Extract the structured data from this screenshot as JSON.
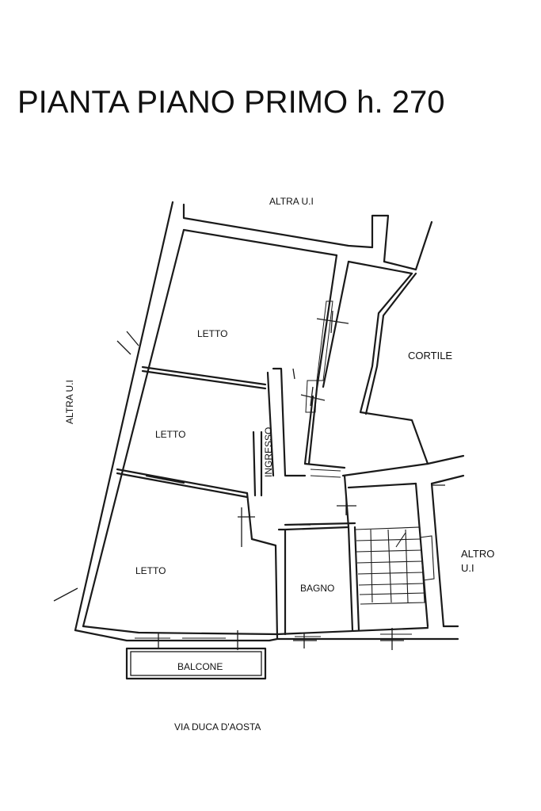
{
  "title": "PIANTA PIANO PRIMO h. 270",
  "labels": {
    "north": "ALTRA U.I",
    "west": "ALTRA U.I",
    "east_line1": "ALTRO",
    "east_line2": "U.I",
    "courtyard": "CORTILE",
    "entrance": "INGRESSO",
    "street": "VIA DUCA D'AOSTA",
    "balcony": "BALCONE"
  },
  "rooms": [
    {
      "id": "letto-1",
      "label": "LETTO"
    },
    {
      "id": "letto-2",
      "label": "LETTO"
    },
    {
      "id": "letto-3",
      "label": "LETTO"
    },
    {
      "id": "bagno",
      "label": "BAGNO"
    }
  ],
  "colors": {
    "line": "#1a1a1a",
    "background": "#ffffff"
  }
}
